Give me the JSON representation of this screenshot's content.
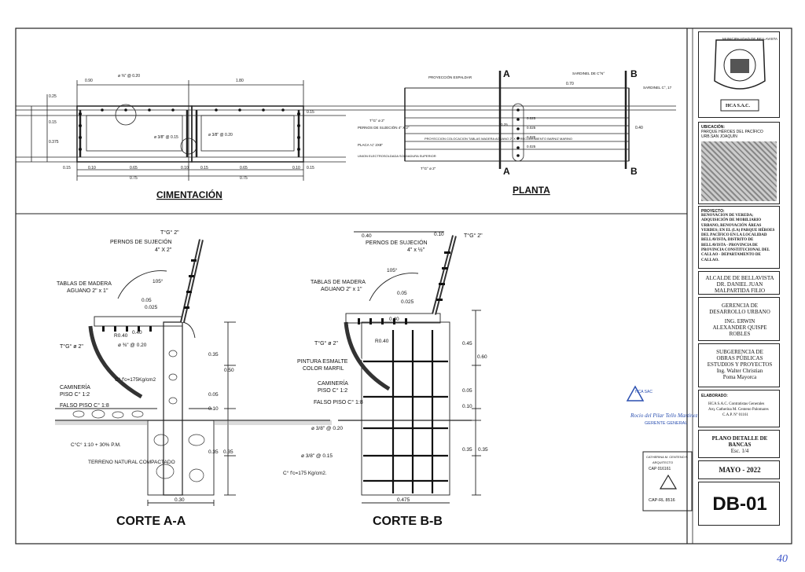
{
  "sheet": {
    "cimentacion_title": "CIMENTACIÓN",
    "planta_title": "PLANTA",
    "corte_aa_title": "CORTE A-A",
    "corte_bb_title": "CORTE B-B",
    "page_number": "40"
  },
  "cimentacion": {
    "dims_top": [
      "0.90",
      "1.80"
    ],
    "bar_label": "ø ⅜\" @ 0.20",
    "dim_015": "0.15",
    "bar1": "ø 3/8\" @ 0.15",
    "bar2": "ø 3/8\" @ 0.20",
    "dim_bottom": [
      "0.15",
      "0.10",
      "0.65",
      "0.10",
      "0.15",
      "0.65",
      "0.10",
      "0.15"
    ],
    "dims_bottom2": [
      "0.75",
      "0.75"
    ],
    "left_dims": [
      "0.25",
      "0.15",
      "0.375"
    ]
  },
  "planta": {
    "labels": [
      "PROYECCIÓN ESPALDAR",
      "PERNOS DE SUJECIÓN 4\" X 2\"",
      "PLACA ¼\" 2X8\"",
      "UNION ELECTROSOLDADA SOLDADURA SUPERIOR",
      "PROYECCION COLOCACION TABLAS MADERA AGUANO 2\" X 1\" RECUBRIMIENTO BARNIZ MARINO",
      "T°G° ø 2\"",
      "T°G° ø 2\""
    ],
    "right_labels": [
      "SARDINEL DE C°N°",
      "SARDINEL C°, 17"
    ],
    "cut_a": "A",
    "cut_b": "B",
    "dims": [
      "0.70",
      "0.025",
      "0.025",
      "0.025",
      "0.025",
      "0.25",
      "0.40"
    ]
  },
  "corte_aa": {
    "labels": [
      "PERNOS DE SUJECIÓN",
      "4\" X 2\"",
      "T°G° 2\"",
      "TABLAS DE MADERA",
      "AGUANO 2\" x 1\"",
      "T°G° ø 2\"",
      "R0.40",
      "ø ⅜\" @ 0.20",
      "C° f'c=175Kg/cm2",
      "CAMINERÍA",
      "PISO C° 1:2",
      "FALSO PISO C° 1:8",
      "C°C° 1:10 + 30% P.M.",
      "TERRENO NATURAL COMPACTADO"
    ],
    "angle": "105°",
    "dims": [
      "0.05",
      "0.025",
      "0.40",
      "0.35",
      "0.50",
      "0.05",
      "0.10",
      "0.35",
      "0.35",
      "0.30"
    ]
  },
  "corte_bb": {
    "labels": [
      "PERNOS DE SUJECIÓN",
      "4\" x ½\"",
      "T°G° 2\"",
      "TABLAS DE MADERA",
      "AGUANO 2\" x 1\"",
      "T°G° ø 2\"",
      "R0.40",
      "PINTURA ESMALTE",
      "COLOR MARFIL",
      "CAMINERÍA",
      "PISO C° 1:2",
      "FALSO PISO C° 1:8",
      "ø 3/8\" @ 0.20",
      "ø 3/8\" @ 0.15",
      "C° f'c=175 Kg/cm2."
    ],
    "angle": "105°",
    "dims": [
      "0.40",
      "0.10",
      "0.05",
      "0.025",
      "0.40",
      "0.45",
      "0.60",
      "0.05",
      "0.10",
      "0.35",
      "0.35",
      "0.475"
    ]
  },
  "title_block": {
    "logo_text": "MUNICIPALIDAD DE BELLAVISTA",
    "hca_logo": "HCA S.A.C.",
    "ubicacion_label": "UBICACIÓN:",
    "ubicacion_text": "PARQUE HÉROES DEL PACÍFICO URB.SAN JOAQUÍN",
    "proyecto_label": "PROYECTO:",
    "proyecto_text": "RENOVACION DE VEREDA; ADQUISICIÓN DE MOBILIARIO URBANO, RENOVACIÓN ÁREAS VERDES; EN EL (LA) PARQUE HÉROES DEL PACÍFICO EN LA LOCALIDAD BELLAVISTA, DISTRITO DE BELLAVISTA - PROVINCIA DE PROVINCIA CONSTITUCIONAL DEL CALLAO - DEPARTAMENTO DE CALLAO.",
    "alcalde": [
      "ALCALDE DE BELLAVISTA",
      "DR. DANIEL JUAN",
      "MALPARTIDA FILIO"
    ],
    "gerencia": [
      "GERENCIA DE",
      "DESARROLLO URBANO",
      "ING. ERWIN",
      "ALEXANDER QUISPE",
      "ROBLES"
    ],
    "subgerencia": [
      "SUBGERENCIA DE",
      "OBRAS PÚBLICAS",
      "ESTUDIOS Y PROYECTOS",
      "Ing. Walter Christian",
      "Poma Mayorca"
    ],
    "elaborado_label": "ELABORADO:",
    "elaborado": [
      "HCA S.A.C. Contratistas Generales",
      "Arq. Catherina M. Centeno Palomares",
      "C.A.P. Nº 01161"
    ],
    "plano": [
      "PLANO DETALLE DE",
      "BANCAS",
      "Esc. 1/4"
    ],
    "fecha": "MAYO - 2022",
    "codigo": "DB-01"
  },
  "stamps": {
    "hca": "HCA SAC",
    "firma": "Rocio del Pilar Tello Martinez",
    "cargo": "GERENTE GENERAL",
    "arq_name": "CATHERINA M. CENTENO P.",
    "arq_title": "ARQUITECTO",
    "cap": "CAP 016161",
    "cap_rl": "CAP-RL 8516"
  }
}
